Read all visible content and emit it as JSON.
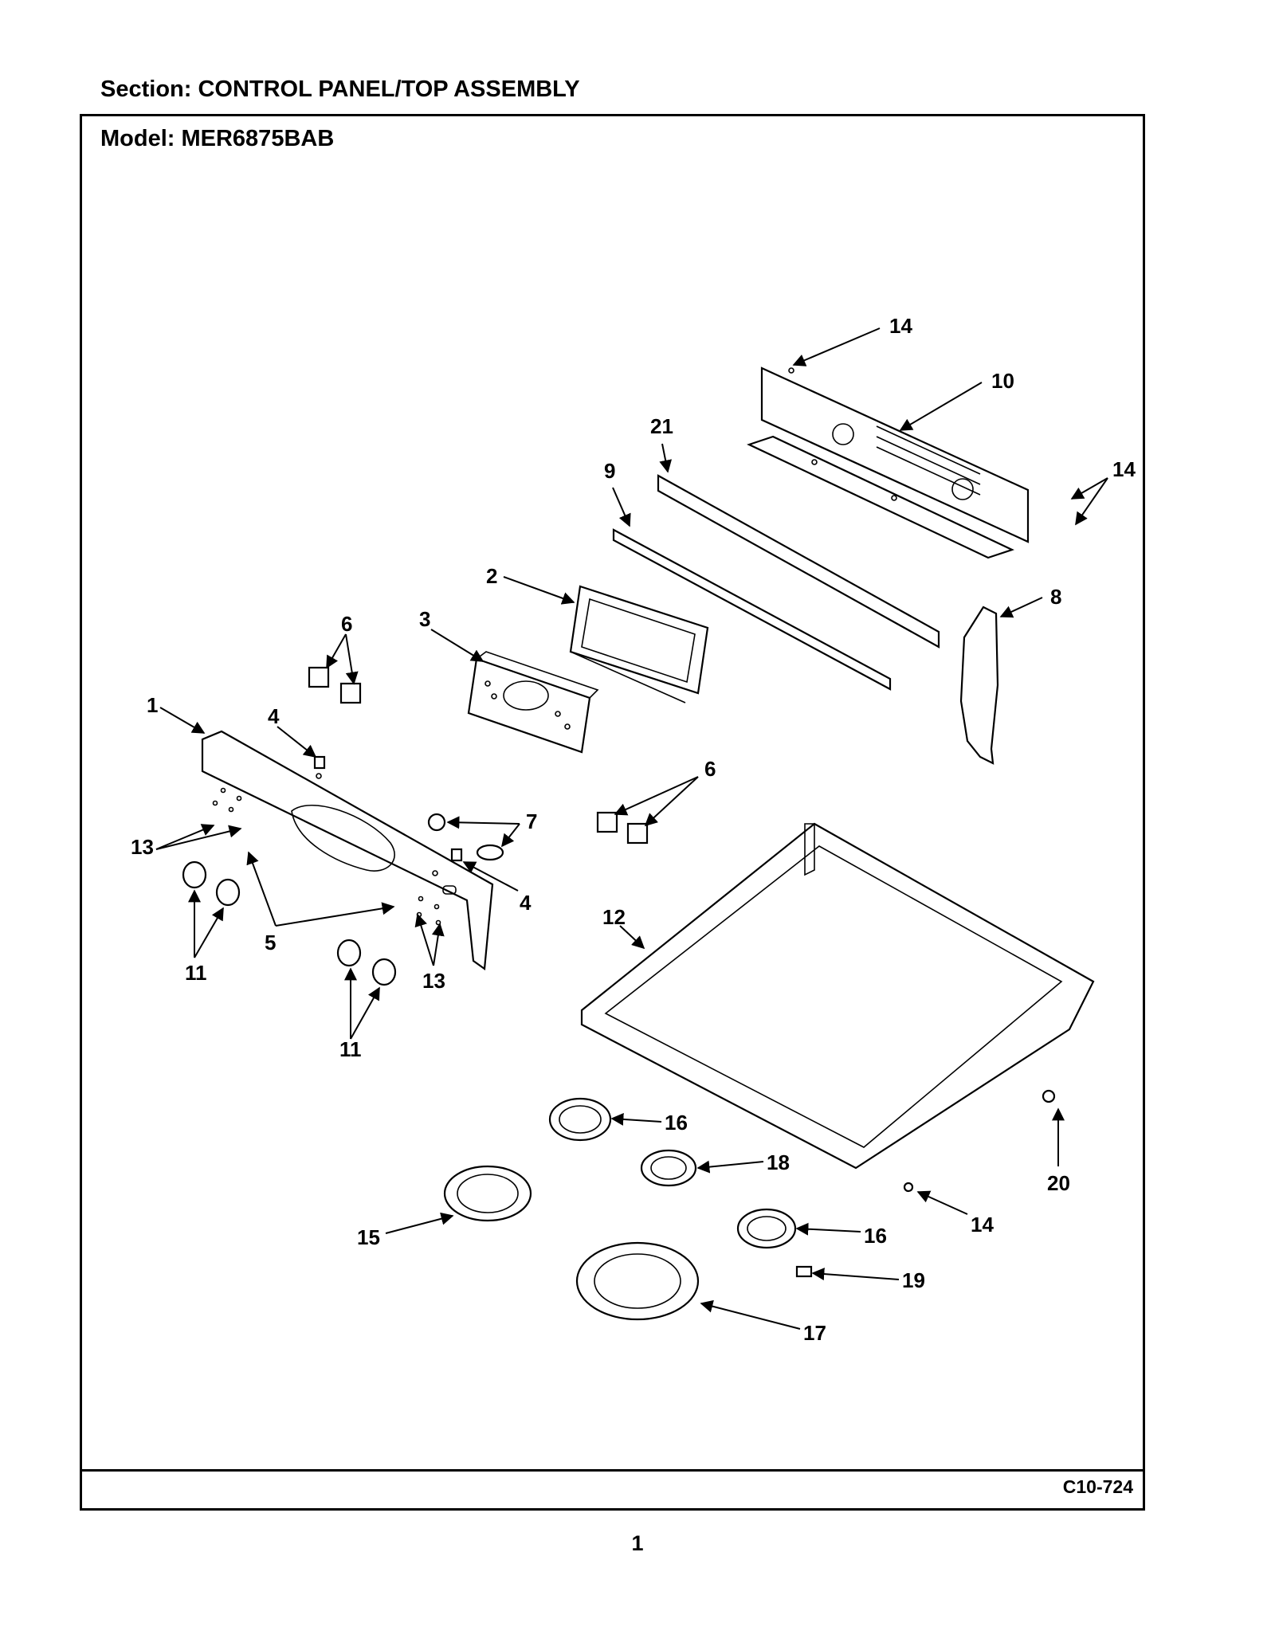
{
  "section_title": "Section:  CONTROL PANEL/TOP ASSEMBLY",
  "model_title": "Model:  MER6875BAB",
  "diagram_code": "C10-724",
  "page_number": "1",
  "callouts": {
    "c14a": "14",
    "c10": "10",
    "c21": "21",
    "c9": "9",
    "c14b": "14",
    "c2": "2",
    "c8": "8",
    "c6a": "6",
    "c3": "3",
    "c4a": "4",
    "c1": "1",
    "c6b": "6",
    "c7": "7",
    "c13a": "13",
    "c4b": "4",
    "c12": "12",
    "c5": "5",
    "c11a": "11",
    "c13b": "13",
    "c11b": "11",
    "c16a": "16",
    "c18": "18",
    "c20": "20",
    "c14c": "14",
    "c15": "15",
    "c16b": "16",
    "c19": "19",
    "c17": "17"
  }
}
